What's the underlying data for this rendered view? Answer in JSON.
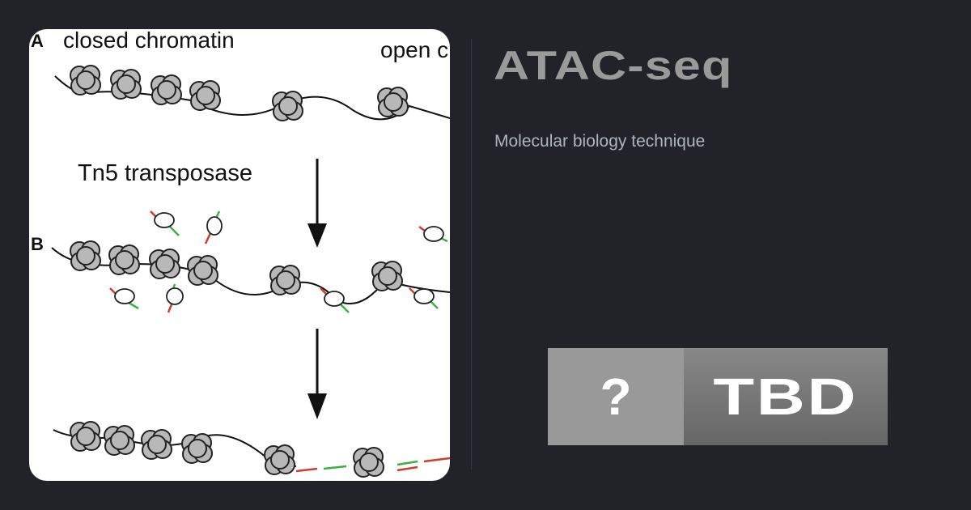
{
  "figure": {
    "panel_a": "A",
    "panel_b": "B",
    "closed_label": "closed chromatin",
    "open_label": "open c",
    "enzyme_label": "Tn5 transposase"
  },
  "title": "ATAC-seq",
  "subtitle": "Molecular biology technique",
  "badge": {
    "left": "?",
    "right": "TBD"
  },
  "colors": {
    "background": "#212328",
    "title": "#9a9a9a",
    "adapter_red": "#d23a2a",
    "adapter_green": "#3cb043"
  }
}
